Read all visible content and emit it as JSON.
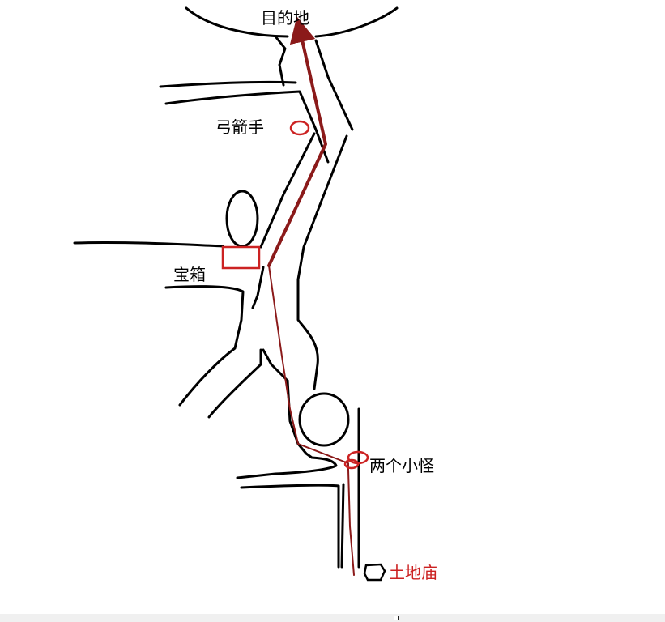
{
  "labels": {
    "destination": "目的地",
    "archer": "弓箭手",
    "treasure_chest": "宝箱",
    "two_monsters": "两个小怪",
    "land_temple": "土地庙"
  },
  "colors": {
    "path": "#8b1a1a",
    "marker": "#cc2222",
    "outline": "#000000",
    "background": "#ffffff",
    "temple_label": "#cc2222"
  },
  "icons": {
    "route_arrow": "arrow-up-icon",
    "archer_marker": "circle-marker-icon",
    "chest_marker": "square-marker-icon",
    "monster_marker": "double-circle-marker-icon",
    "temple_marker": "blob-icon"
  }
}
